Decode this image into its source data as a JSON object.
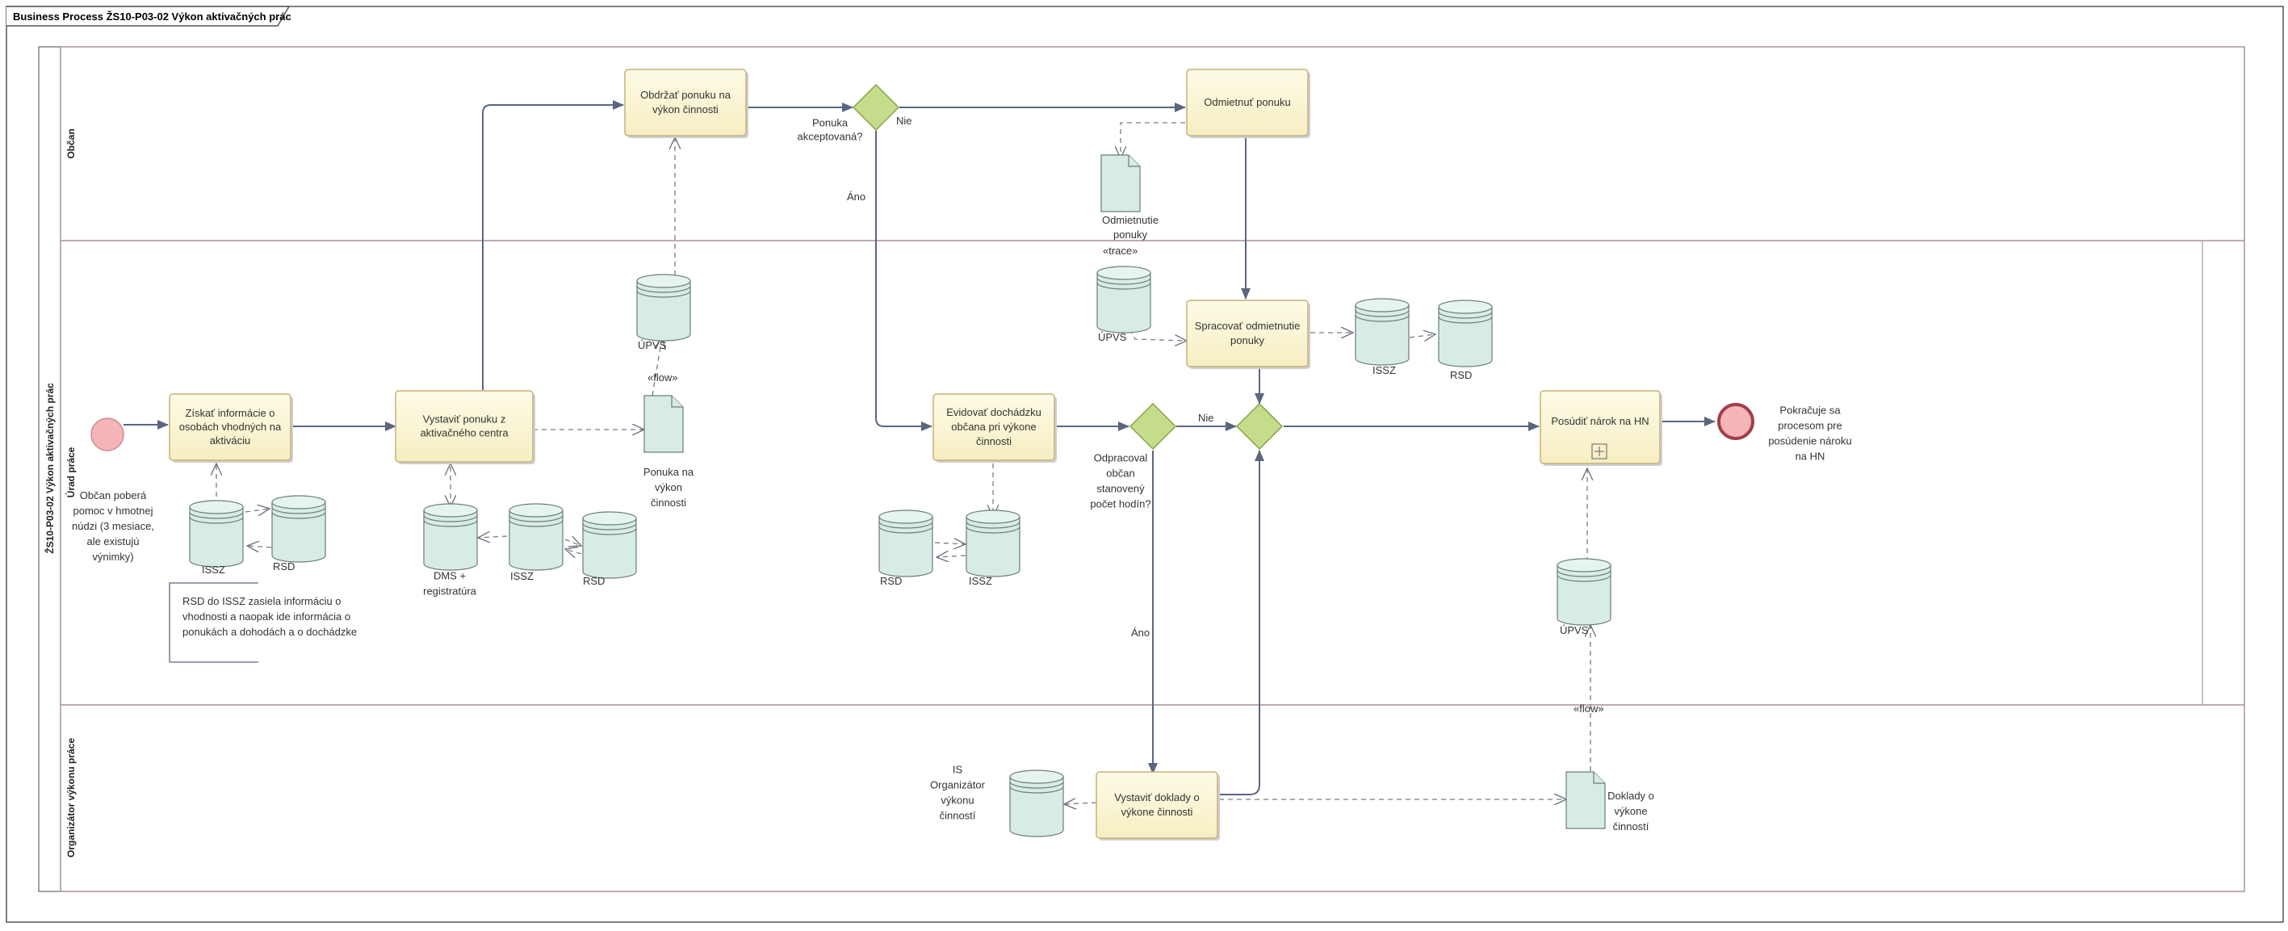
{
  "frame": {
    "title": "Business Process ŽS10-P03-02 Výkon aktivačných prác"
  },
  "pool": {
    "title": "ŽS10-P03-02 Výkon aktivačných prác"
  },
  "lanes": {
    "citizen": "Občan",
    "office": "Úrad práce",
    "organizer": "Organizátor výkonu práce"
  },
  "tasks": {
    "ziskat": [
      "Získať informácie o",
      "osobách vhodných na",
      "aktiváciu"
    ],
    "vystavit_ponuku": [
      "Vystaviť ponuku z",
      "aktivačného centra"
    ],
    "obdrzat": [
      "Obdržať ponuku na",
      "výkon činnosti"
    ],
    "odmietnut": [
      "Odmietnuť ponuku"
    ],
    "spracovat": [
      "Spracovať odmietnutie",
      "ponuky"
    ],
    "evidovat": [
      "Evidovať dochádzku",
      "občana pri výkone",
      "činnosti"
    ],
    "posudit": [
      "Posúdiť nárok na HN"
    ],
    "vystavit_doklady": [
      "Vystaviť doklady o",
      "výkone činnosti"
    ]
  },
  "labels": {
    "start_note": [
      "Občan poberá",
      "pomoc v hmotnej",
      "núdzi (3 mesiace,",
      "ale existujú",
      "výnimky)"
    ],
    "end_note": [
      "Pokračuje sa",
      "procesom pre",
      "posúdenie nároku",
      "na HN"
    ],
    "gw1": [
      "Ponuka",
      "akceptovaná?"
    ],
    "gw2": [
      "Odpracoval",
      "občan",
      "stanovený",
      "počet hodín?"
    ],
    "nie1": "Nie",
    "ano1": "Áno",
    "nie2": "Nie",
    "ano2": "Áno",
    "flow1": "«flow»",
    "flow2": "«flow»",
    "trace": "«trace»",
    "annotation": [
      "RSD do ISSZ zasiela informáciu o",
      "vhodnosti a naopak ide informácia o",
      "ponukách a dohodách a o dochádzke"
    ]
  },
  "stores": {
    "issz1": "ISSZ",
    "rsd1": "RSD",
    "dms": [
      "DMS +",
      "registratúra"
    ],
    "issz2": "ISSZ",
    "rsd2": "RSD",
    "upvs1": "ÚPVS",
    "upvs2": "ÚPVS",
    "issz3": "ISSZ",
    "rsd3": "RSD",
    "rsd4": "RSD",
    "issz4": "ISSZ",
    "upvs3": "ÚPVS",
    "is_org": [
      "IS",
      "Organizátor",
      "výkonu",
      "činností"
    ]
  },
  "documents": {
    "ponuka": [
      "Ponuka na",
      "výkon",
      "činnosti"
    ],
    "odmietnutie": [
      "Odmietnutie",
      "ponuky"
    ],
    "doklady": [
      "Doklady o",
      "výkone",
      "činností"
    ]
  },
  "colors": {
    "task_fill_top": "#fdfbe6",
    "task_fill_bottom": "#f6eec2",
    "gateway": "#c5dd8a",
    "start": "#f5b5b8",
    "end": "#f5b5b8",
    "datastore": "#d8ece6",
    "flow": "#5a6680"
  }
}
